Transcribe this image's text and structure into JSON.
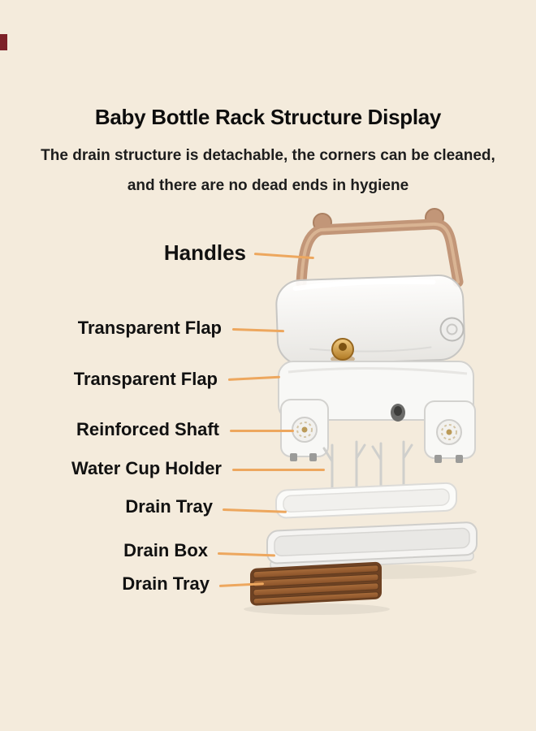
{
  "page": {
    "background_color": "#f4ebdc",
    "accent_line_color": "#eda75e",
    "corner_mark_color": "#7d2128"
  },
  "header": {
    "title": "Baby Bottle Rack Structure Display",
    "subtitle_line1": "The drain structure is detachable, the corners can be cleaned,",
    "subtitle_line2": "and there are no dead ends in hygiene"
  },
  "labels": [
    {
      "text": "Handles"
    },
    {
      "text": "Transparent Flap"
    },
    {
      "text": "Transparent Flap"
    },
    {
      "text": "Reinforced Shaft"
    },
    {
      "text": "Water Cup Holder"
    },
    {
      "text": "Drain Tray"
    },
    {
      "text": "Drain Box"
    },
    {
      "text": "Drain Tray"
    }
  ],
  "illustration": {
    "parts": [
      "handle",
      "transparent-lid",
      "lid-knob",
      "rack-body",
      "cup-holder-pins",
      "drain-tray",
      "drain-box",
      "wooden-drain-tray"
    ],
    "handle_color": "#c29678",
    "knob_color": "#c9952f",
    "wood_color": "#96613a"
  }
}
